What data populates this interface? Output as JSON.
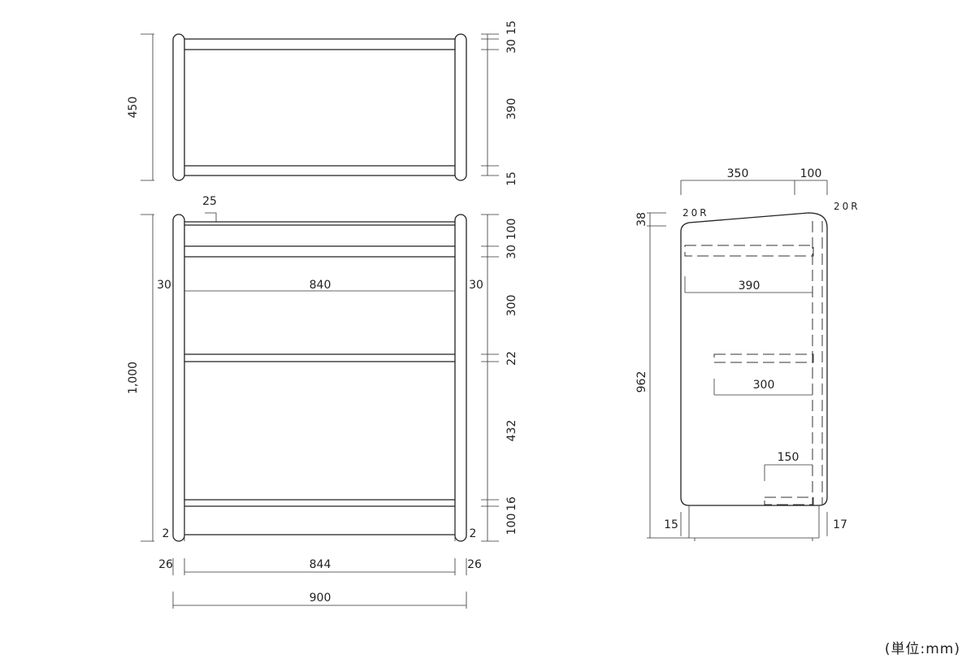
{
  "top_view": {
    "depth_total": "450",
    "dim_15_top": "15",
    "dim_30": "30",
    "dim_390": "390",
    "dim_15_bottom": "15"
  },
  "front_view": {
    "height_total": "1,000",
    "dim_25": "25",
    "dim_100_top": "100",
    "dim_30": "30",
    "left_30": "30",
    "inner_840": "840",
    "right_30": "30",
    "dim_300": "300",
    "dim_22": "22",
    "dim_432": "432",
    "dim_16": "16",
    "dim_100_bottom": "100",
    "left_2": "2",
    "right_2": "2",
    "left_26": "26",
    "base_844": "844",
    "right_26": "26",
    "width_900": "900"
  },
  "side_view": {
    "dim_350": "350",
    "dim_100": "100",
    "radius_left": "20R",
    "radius_right": "20R",
    "dim_38": "38",
    "dim_962": "962",
    "shelf_390": "390",
    "shelf_300": "300",
    "shelf_150": "150",
    "dim_15": "15",
    "dim_17": "17"
  },
  "unit_note": "(単位:mm)"
}
